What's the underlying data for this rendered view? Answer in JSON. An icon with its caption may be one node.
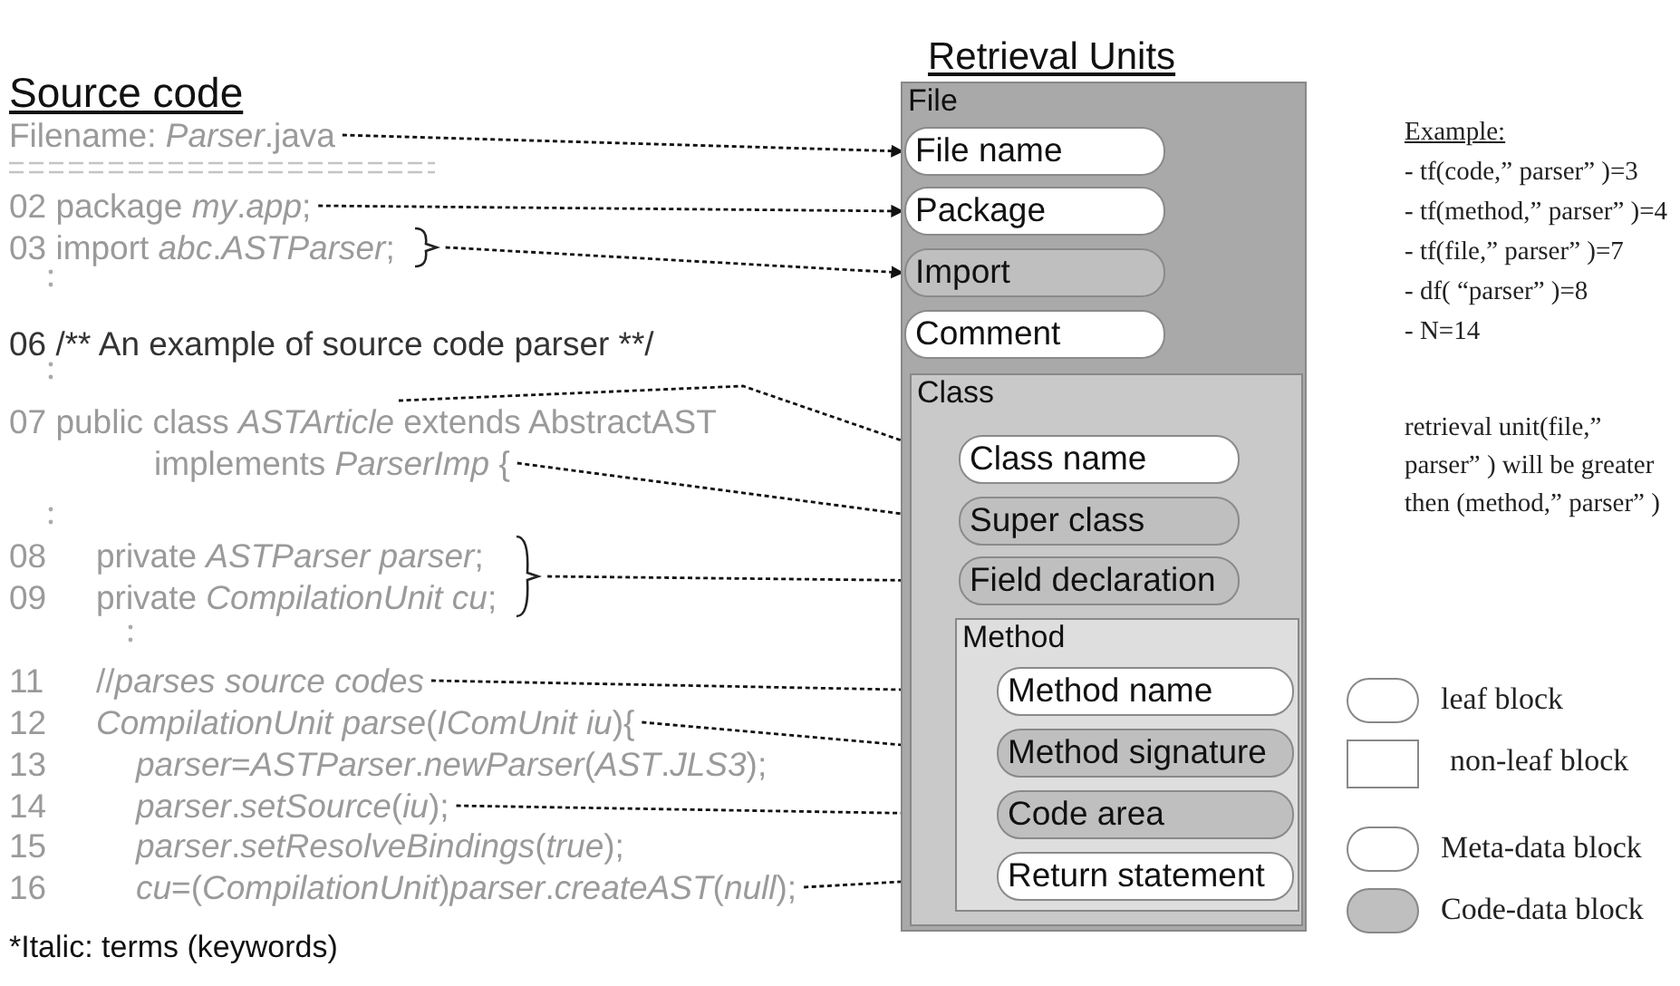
{
  "diagram": {
    "nodes": [
      {
        "text": [
          "Filename: *Parser*.java"
        ]
      },
      {
        "text": [
          "02 package *my*.*app*;"
        ]
      },
      {
        "text": [
          "03 import *abc*.*ASTParser*;"
        ]
      },
      {
        "text": [
          "07 public class *ASTArticle* extends AbstractAST"
        ]
      },
      {
        "text": [
          "implements *ParserImp* {"
        ]
      },
      {
        "text": [
          "private *ASTParser* *parser*;",
          "private *CompilationUnit* *cu*;"
        ]
      },
      {
        "text": [
          "//*parses source codes*"
        ]
      },
      {
        "text": [
          "*CompilationUnit* *parse*(*IComUnit* *iu*){"
        ]
      },
      {
        "text": [
          "*parser*.*setSource*(*iu*);"
        ]
      },
      {
        "text": [
          "*cu*=(*CompilationUnit*)*parser*.*createAST*(*null*);"
        ]
      },
      {
        "text": [
          "File"
        ]
      },
      {
        "text": [
          "File name"
        ],
        "in": 10
      },
      {
        "text": [
          "Package"
        ],
        "in": 10
      },
      {
        "text": [
          "Import"
        ],
        "in": 10
      },
      {
        "text": [
          "Comment"
        ],
        "in": 10
      },
      {
        "text": [
          "Class"
        ],
        "in": 10
      },
      {
        "text": [
          "Class name"
        ],
        "in": 15
      },
      {
        "text": [
          "Super class"
        ],
        "in": 15
      },
      {
        "text": [
          "Field declaration"
        ],
        "in": 15
      },
      {
        "text": [
          "Method"
        ],
        "in": 15
      },
      {
        "text": [
          "Method name"
        ],
        "in": 19
      },
      {
        "text": [
          "Method signature"
        ],
        "in": 19
      },
      {
        "text": [
          "Code area"
        ],
        "in": 19
      },
      {
        "text": [
          "Return statement"
        ],
        "in": 19
      }
    ],
    "edges": [
      {
        "from": 0,
        "to": 11,
        "arrow": "to",
        "style": "dashed"
      },
      {
        "from": 1,
        "to": 12,
        "arrow": "to",
        "style": "dashed"
      },
      {
        "from": 2,
        "to": 13,
        "arrow": "to",
        "style": "dashed"
      },
      {
        "from": 3,
        "to": 16,
        "arrow": "to",
        "style": "dashed"
      },
      {
        "from": 4,
        "to": 17,
        "arrow": "to",
        "style": "dashed"
      },
      {
        "from": 5,
        "to": 18,
        "arrow": "to",
        "style": "dashed"
      },
      {
        "from": 6,
        "to": 20,
        "arrow": "to",
        "style": "dashed"
      },
      {
        "from": 7,
        "to": 21,
        "arrow": "to",
        "style": "dashed"
      },
      {
        "from": 8,
        "to": 22,
        "arrow": "to",
        "style": "dashed"
      },
      {
        "from": 9,
        "to": 23,
        "arrow": "to",
        "style": "dashed"
      }
    ],
    "labels": [
      "Source code",
      "Retrieval Units",
      "Example:",
      "- tf(code,” parser” )=3",
      "- tf(method,” parser” )=4",
      "- tf(file,” parser” )=7",
      "- df( “parser” )=8",
      "- N=14",
      "06 /** An example of source code parser **/",
      "retrieval unit(file,” parser” ) will be greater then (method,” parser” )",
      "08",
      "09",
      "11",
      "12",
      "13",
      "*parser*=*ASTParser*.*newParser*(*AST*.*JLS3*);",
      "14",
      "15",
      "*parser*.*setResolveBindings*(*true*);",
      "16",
      "*Italic: terms (keywords)"
    ],
    "legend": [
      {
        "text": "leaf block"
      },
      {
        "text": "non-leaf block"
      },
      {
        "text": "Meta-data block",
        "color": "#ffffff"
      },
      {
        "text": "Code-data block",
        "color": "#bfbfbf"
      }
    ]
  }
}
